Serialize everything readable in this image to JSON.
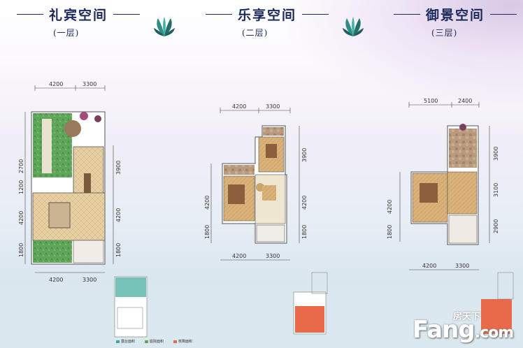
{
  "panels": [
    {
      "title": "礼宾空间",
      "floor": "(一层)",
      "dims_top": [
        "4200",
        "3300"
      ],
      "dims_left": [
        "2700",
        "1200",
        "4200",
        "1800"
      ],
      "dims_right": [
        "3900",
        "4200",
        "1800"
      ],
      "dims_bottom": [
        "4200",
        "3300"
      ]
    },
    {
      "title": "乐享空间",
      "floor": "(二层)",
      "dims_top": [
        "4200",
        "3300"
      ],
      "dims_left": [
        "4200",
        "1800"
      ],
      "dims_right": [
        "3900",
        "4200",
        "1800"
      ],
      "dims_bottom": [
        "4200",
        "3300"
      ]
    },
    {
      "title": "御景空间",
      "floor": "(三层)",
      "dims_top": [
        "5100",
        "2400"
      ],
      "dims_left": [
        "4200",
        "1800"
      ],
      "dims_right": [
        "3900",
        "3100",
        "2900"
      ],
      "dims_bottom": [
        "4200",
        "3300"
      ]
    }
  ],
  "legend": [
    "露台面积",
    "庭院面积",
    "核算面积"
  ],
  "brand": {
    "cn": "房天下",
    "en": "Fang",
    "suffix": ".com"
  },
  "colors": {
    "title": "#1c2a5a",
    "floor_wood": "#d9b27a",
    "garden": "#5fa65a",
    "highlight": "#e86a4a",
    "teal": "#3aa89a"
  }
}
